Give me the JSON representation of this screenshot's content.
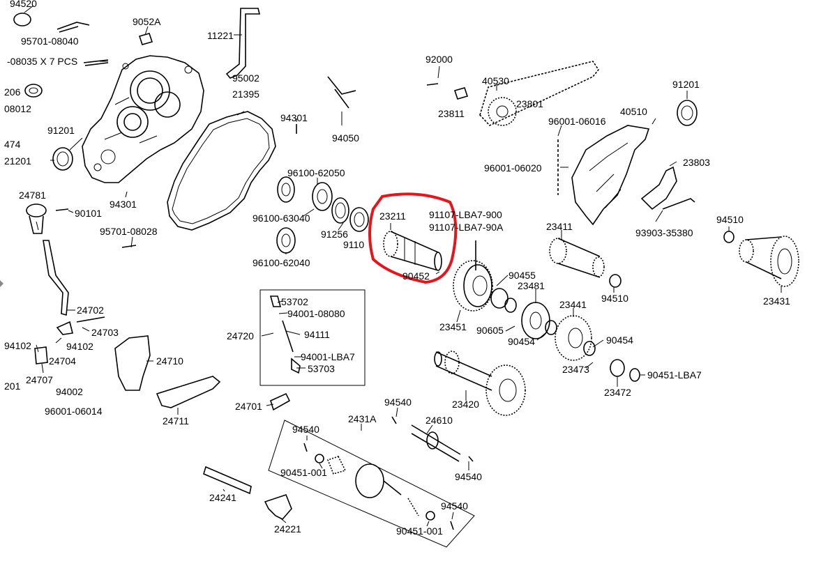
{
  "diagram": {
    "highlight_color": "#e8141c",
    "labels": [
      {
        "id": "l1",
        "text": "94520"
      },
      {
        "id": "l2",
        "text": "9052A"
      },
      {
        "id": "l3",
        "text": "95701-08040"
      },
      {
        "id": "l4",
        "text": "-08035 X 7 PCS"
      },
      {
        "id": "l5",
        "text": "206"
      },
      {
        "id": "l6",
        "text": "08012"
      },
      {
        "id": "l7",
        "text": "474"
      },
      {
        "id": "l8",
        "text": "91201"
      },
      {
        "id": "l9",
        "text": "21201"
      },
      {
        "id": "l10",
        "text": "11221"
      },
      {
        "id": "l11",
        "text": "95002"
      },
      {
        "id": "l12",
        "text": "21395"
      },
      {
        "id": "l13",
        "text": "94301"
      },
      {
        "id": "l14",
        "text": "94050"
      },
      {
        "id": "l15",
        "text": "92000"
      },
      {
        "id": "l16",
        "text": "40530"
      },
      {
        "id": "l17",
        "text": "23801"
      },
      {
        "id": "l18",
        "text": "23811"
      },
      {
        "id": "l19",
        "text": "91201"
      },
      {
        "id": "l20",
        "text": "40510"
      },
      {
        "id": "l21",
        "text": "96001-06016"
      },
      {
        "id": "l22",
        "text": "96001-06020"
      },
      {
        "id": "l23",
        "text": "23803"
      },
      {
        "id": "l24",
        "text": "93903-35380"
      },
      {
        "id": "l25",
        "text": "94510"
      },
      {
        "id": "l26",
        "text": "96100-62050"
      },
      {
        "id": "l27",
        "text": "96100-63040"
      },
      {
        "id": "l28",
        "text": "91256"
      },
      {
        "id": "l29",
        "text": "9110"
      },
      {
        "id": "l30",
        "text": "96100-62040"
      },
      {
        "id": "l31",
        "text": "23211"
      },
      {
        "id": "l32",
        "text": "91107-LBA7-900"
      },
      {
        "id": "l33",
        "text": "91107-LBA7-90A"
      },
      {
        "id": "l34",
        "text": "90452"
      },
      {
        "id": "l35",
        "text": "23411"
      },
      {
        "id": "l36",
        "text": "90455"
      },
      {
        "id": "l37",
        "text": "23481"
      },
      {
        "id": "l38",
        "text": "23441"
      },
      {
        "id": "l39",
        "text": "94510"
      },
      {
        "id": "l40",
        "text": "23431"
      },
      {
        "id": "l41",
        "text": "23451"
      },
      {
        "id": "l42",
        "text": "90605"
      },
      {
        "id": "l43",
        "text": "90454"
      },
      {
        "id": "l44",
        "text": "90454"
      },
      {
        "id": "l45",
        "text": "23473"
      },
      {
        "id": "l46",
        "text": "90451-LBA7"
      },
      {
        "id": "l47",
        "text": "23472"
      },
      {
        "id": "l48",
        "text": "24781"
      },
      {
        "id": "l49",
        "text": "90101"
      },
      {
        "id": "l50",
        "text": "94301"
      },
      {
        "id": "l51",
        "text": "95701-08028"
      },
      {
        "id": "l52",
        "text": "24702"
      },
      {
        "id": "l53",
        "text": "24703"
      },
      {
        "id": "l54",
        "text": "94102"
      },
      {
        "id": "l55",
        "text": "94102"
      },
      {
        "id": "l56",
        "text": "24704"
      },
      {
        "id": "l57",
        "text": "24707"
      },
      {
        "id": "l58",
        "text": "94002"
      },
      {
        "id": "l59",
        "text": "96001-06014"
      },
      {
        "id": "l60",
        "text": "201"
      },
      {
        "id": "l61",
        "text": "24710"
      },
      {
        "id": "l62",
        "text": "24711"
      },
      {
        "id": "l63",
        "text": "53702"
      },
      {
        "id": "l64",
        "text": "94001-08080"
      },
      {
        "id": "l65",
        "text": "94111"
      },
      {
        "id": "l66",
        "text": "24720"
      },
      {
        "id": "l67",
        "text": "94001-LBA7"
      },
      {
        "id": "l68",
        "text": "53703"
      },
      {
        "id": "l69",
        "text": "24701"
      },
      {
        "id": "l70",
        "text": "23420"
      },
      {
        "id": "l71",
        "text": "94540"
      },
      {
        "id": "l72",
        "text": "24610"
      },
      {
        "id": "l73",
        "text": "2431A"
      },
      {
        "id": "l74",
        "text": "94540"
      },
      {
        "id": "l75",
        "text": "90451-001"
      },
      {
        "id": "l76",
        "text": "94540"
      },
      {
        "id": "l77",
        "text": "24241"
      },
      {
        "id": "l78",
        "text": "94540"
      },
      {
        "id": "l79",
        "text": "90451-001"
      },
      {
        "id": "l80",
        "text": "24221"
      }
    ]
  }
}
